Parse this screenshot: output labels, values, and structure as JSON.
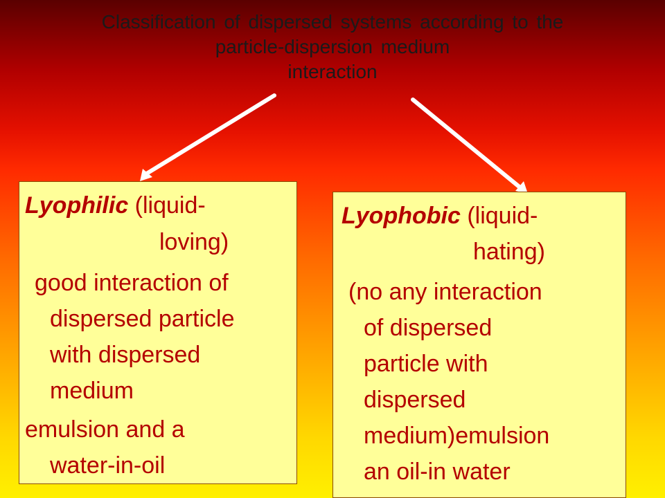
{
  "title": {
    "line1": "Classification of dispersed systems according to the",
    "line2": "particle-dispersion medium",
    "line3": "interaction"
  },
  "lyophilic": {
    "term": "Lyophilic",
    "l1": " (liquid-",
    "l2": "loving)",
    "l3": "good interaction of",
    "l4": "dispersed particle",
    "l5": "with dispersed",
    "l6": "medium",
    "l7": "emulsion and a",
    "l8": "water-in-oil"
  },
  "lyophobic": {
    "term": "Lyophobic",
    "l1": " (liquid-",
    "l2": "hating)",
    "l3": "(no any interaction",
    "l4": "of dispersed",
    "l5": "particle with",
    "l6": "dispersed",
    "l7": "medium)emulsion",
    "l8": "an oil-in water"
  },
  "colors": {
    "box_fill": "#ffff99",
    "box_text": "#b40000",
    "arrow": "#ffffff"
  }
}
